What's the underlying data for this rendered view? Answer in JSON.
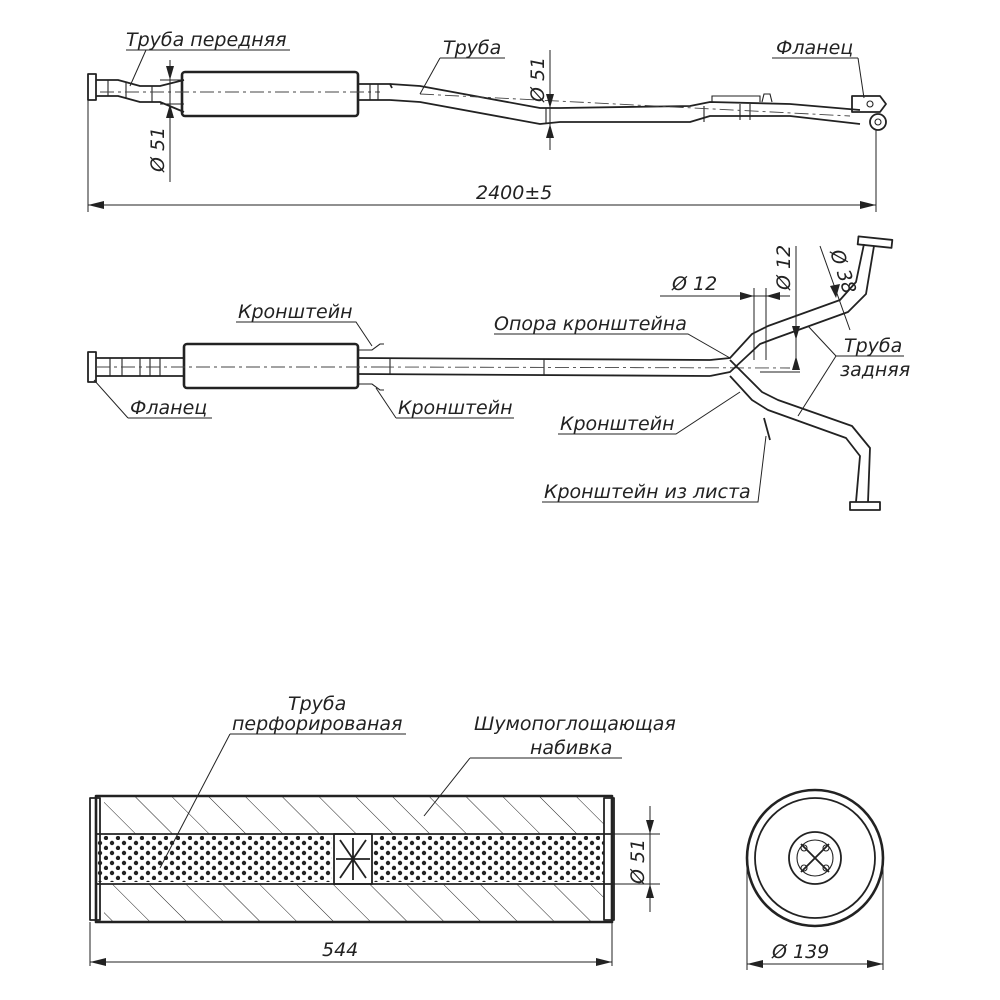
{
  "labels": {
    "front_pipe": "Труба передняя",
    "pipe": "Труба",
    "flange_top": "Фланец",
    "dia51_left": "Ø 51",
    "dia51_mid": "Ø 51",
    "overall_length": "2400±5",
    "bracket_1": "Кронштейн",
    "bracket_2": "Кронштейн",
    "bracket_3": "Кронштейн",
    "flange_left": "Фланец",
    "bracket_support": "Опора кронштейна",
    "dia12_a": "Ø 12",
    "dia12_b": "Ø 12",
    "dia38": "Ø 38",
    "rear_pipe_1": "Труба",
    "rear_pipe_2": "задняя",
    "sheet_bracket": "Кронштейн из листа",
    "perforated_1": "Труба",
    "perforated_2": "перфорированая",
    "packing_1": "Шумопоглощающая",
    "packing_2": "набивка",
    "dia51_section": "Ø 51",
    "muffler_length": "544",
    "muffler_diameter": "Ø 139"
  }
}
